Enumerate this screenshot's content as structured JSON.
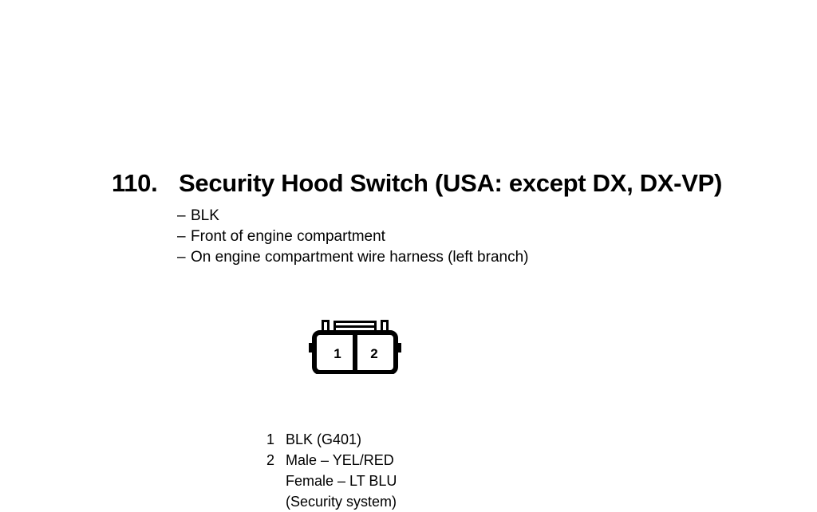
{
  "heading": {
    "number": "110.",
    "title": "Security Hood Switch (USA: except DX, DX-VP)"
  },
  "bullets": [
    {
      "dash": "–",
      "text": "BLK"
    },
    {
      "dash": "–",
      "text": "Front of engine compartment"
    },
    {
      "dash": "–",
      "text": "On engine compartment wire harness (left branch)"
    }
  ],
  "connector": {
    "name": "two-cavity-connector-face-view",
    "cavities": [
      {
        "number": "1"
      },
      {
        "number": "2"
      }
    ]
  },
  "legend": [
    {
      "number": "1",
      "text": "BLK (G401)",
      "continuation": false
    },
    {
      "number": "2",
      "text": "Male – YEL/RED",
      "continuation": false
    },
    {
      "number": "",
      "text": "Female – LT BLU",
      "continuation": true
    },
    {
      "number": "",
      "text": "(Security system)",
      "continuation": true
    }
  ],
  "colors": {
    "ink": "#000000",
    "page": "#ffffff"
  }
}
